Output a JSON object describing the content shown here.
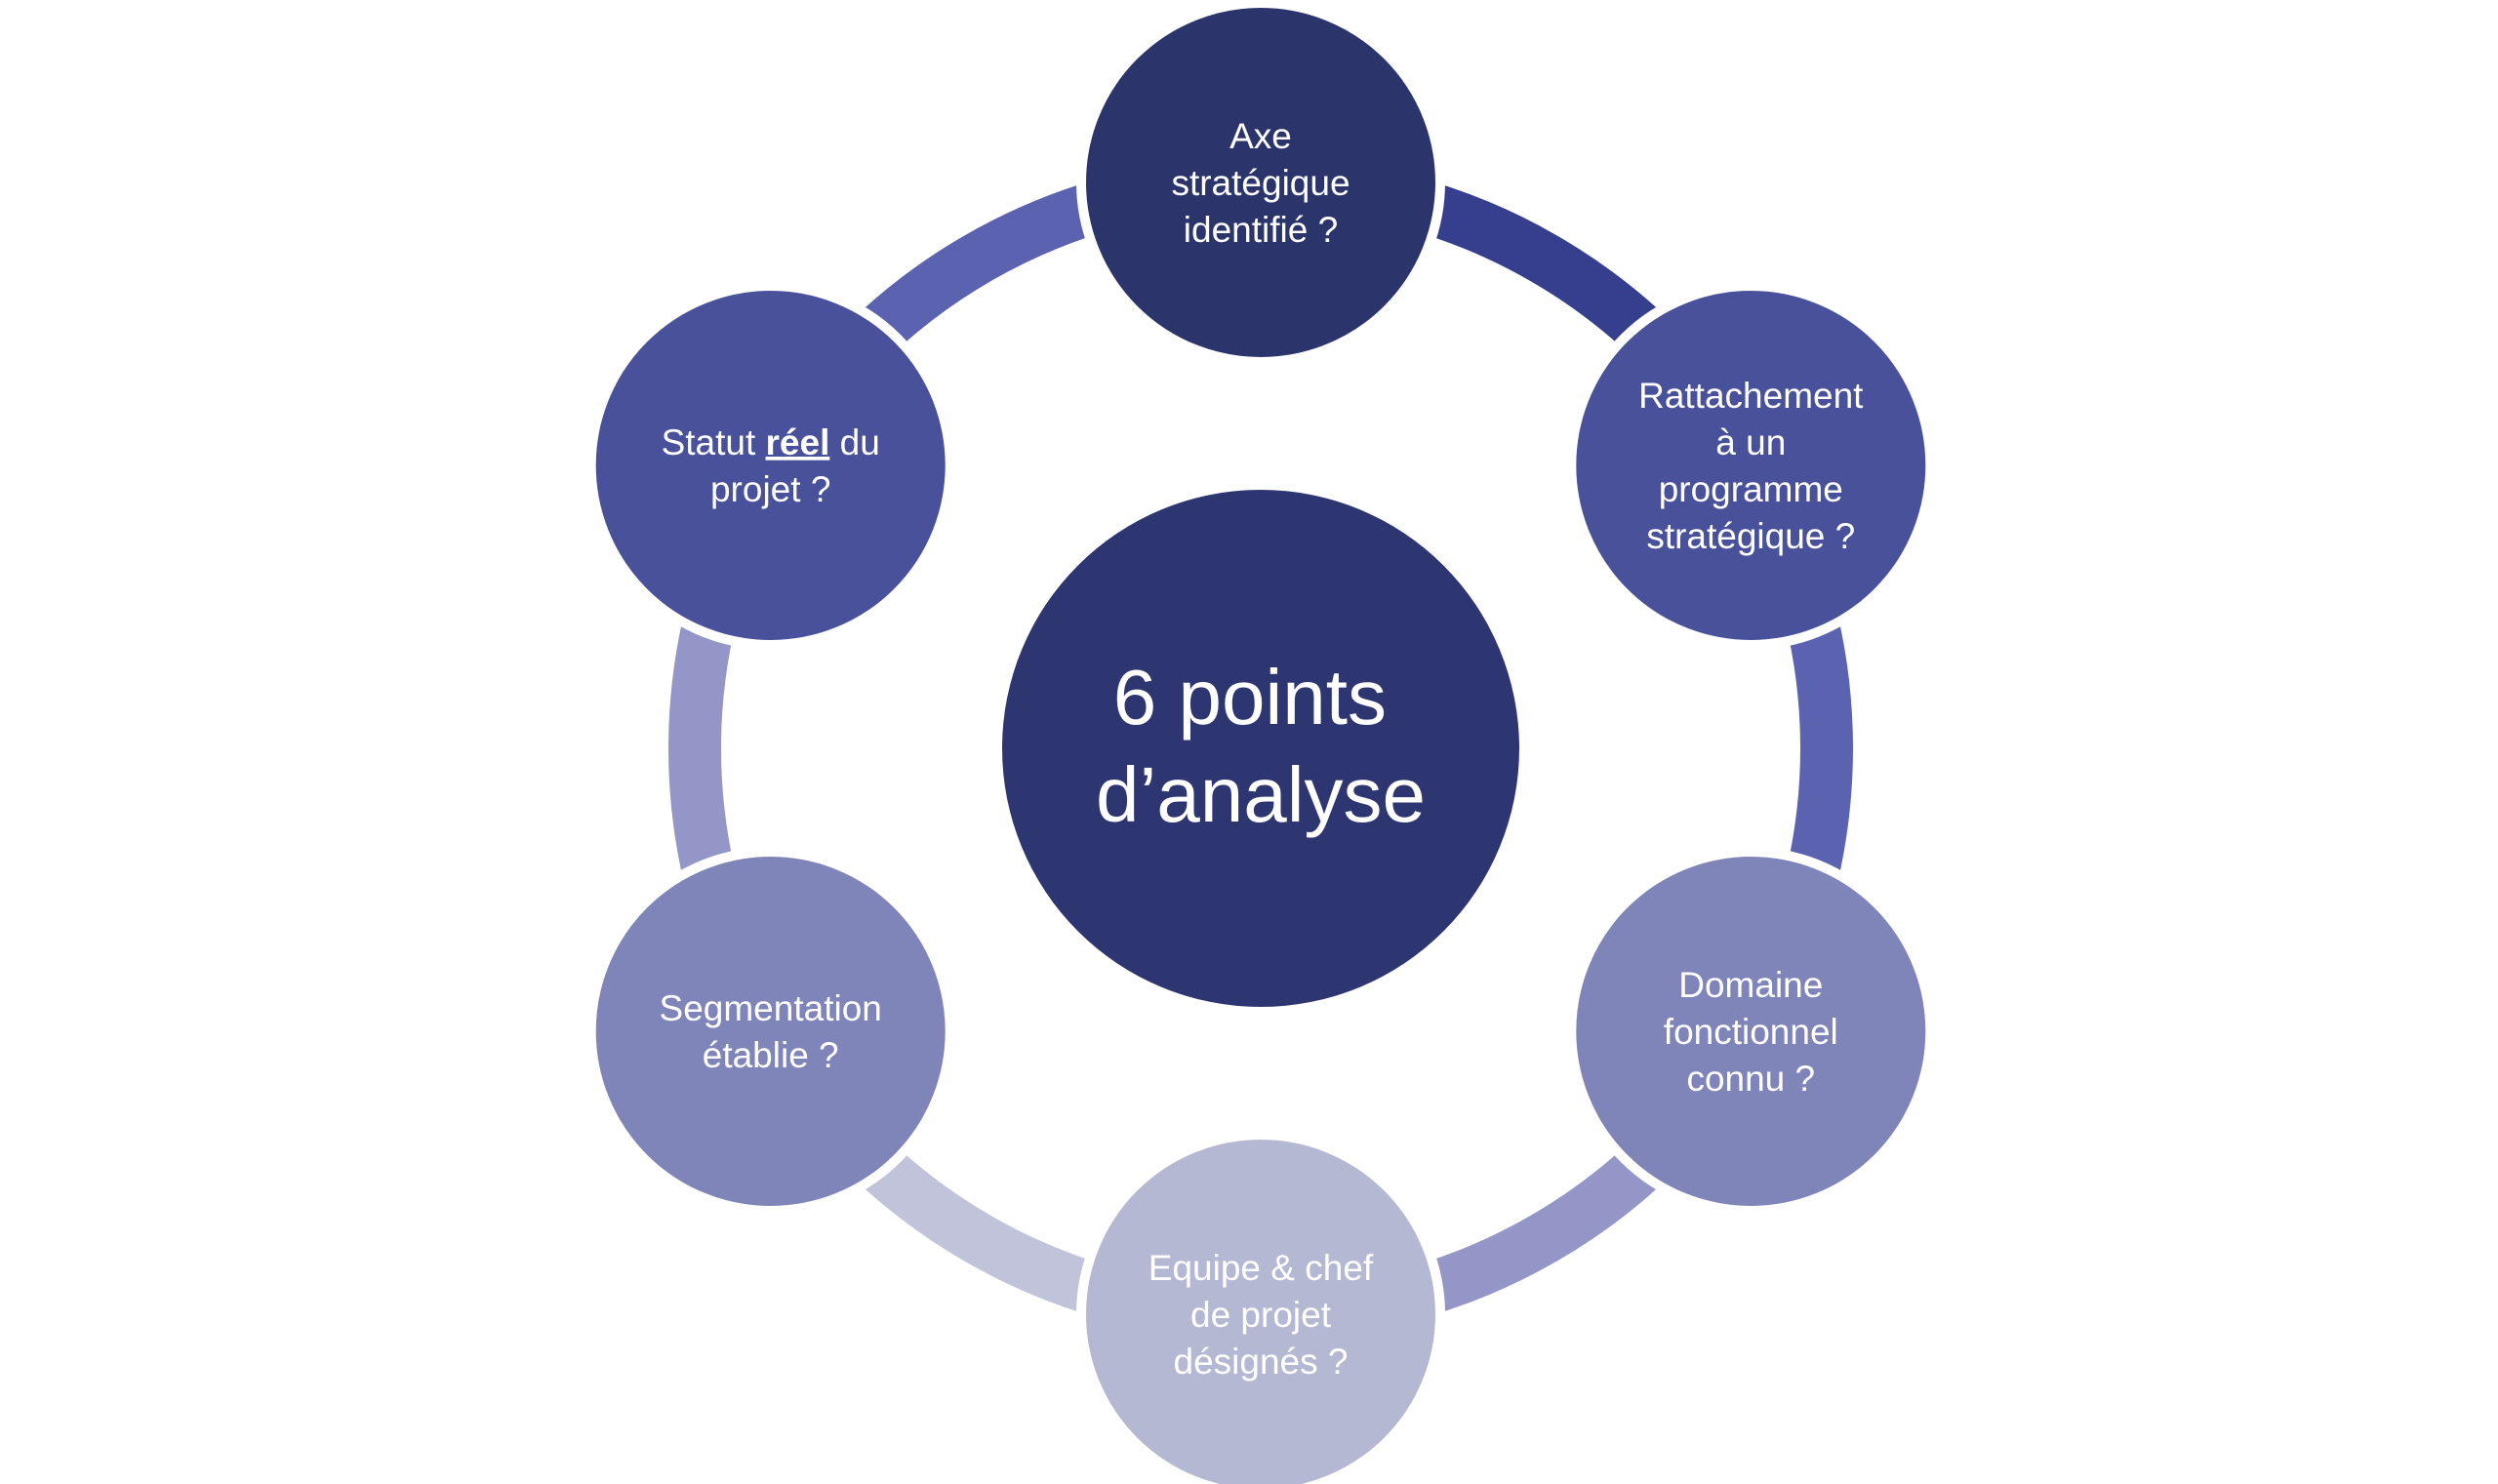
{
  "diagram": {
    "center": {
      "lines": [
        "6 points",
        "d’analyse"
      ],
      "color": "#2d3670"
    },
    "nodes": [
      {
        "id": "axe-strategique",
        "lines": [
          [
            "Axe"
          ],
          [
            "stratégique"
          ],
          [
            "identifié ?"
          ]
        ],
        "fill": "#2c346c",
        "text_color": "#ffffff"
      },
      {
        "id": "rattachement-programme",
        "lines": [
          [
            "Rattachement"
          ],
          [
            "à un"
          ],
          [
            "programme"
          ],
          [
            "stratégique ?"
          ]
        ],
        "fill": "#48519a",
        "text_color": "#ffffff"
      },
      {
        "id": "domaine-fonctionnel",
        "lines": [
          [
            "Domaine"
          ],
          [
            "fonctionnel"
          ],
          [
            "connu ?"
          ]
        ],
        "fill": "#7f85b8",
        "text_color": "#ffffff"
      },
      {
        "id": "equipe-chef-projet",
        "lines": [
          [
            "Equipe & chef"
          ],
          [
            "de projet"
          ],
          [
            "désignés ?"
          ]
        ],
        "fill": "#b5b8d2",
        "text_color": "#ffffff"
      },
      {
        "id": "segmentation",
        "lines": [
          [
            "Segmentation"
          ],
          [
            "établie ?"
          ]
        ],
        "fill": "#7f85b8",
        "text_color": "#ffffff"
      },
      {
        "id": "statut-reel",
        "lines": [
          [
            "Statut ",
            {
              "text": "réel",
              "emphasis": true
            },
            " du"
          ],
          [
            "projet ?"
          ]
        ],
        "fill": "#48519a",
        "text_color": "#ffffff"
      }
    ],
    "connectors": [
      {
        "from": "axe-strategique",
        "to": "rattachement-programme",
        "color": "#363f8e"
      },
      {
        "from": "rattachement-programme",
        "to": "domaine-fonctionnel",
        "color": "#5b63b1"
      },
      {
        "from": "domaine-fonctionnel",
        "to": "equipe-chef-projet",
        "color": "#9396c6"
      },
      {
        "from": "equipe-chef-projet",
        "to": "segmentation",
        "color": "#c0c3da"
      },
      {
        "from": "segmentation",
        "to": "statut-reel",
        "color": "#9396c6"
      },
      {
        "from": "statut-reel",
        "to": "axe-strategique",
        "color": "#5b63b1"
      }
    ]
  }
}
